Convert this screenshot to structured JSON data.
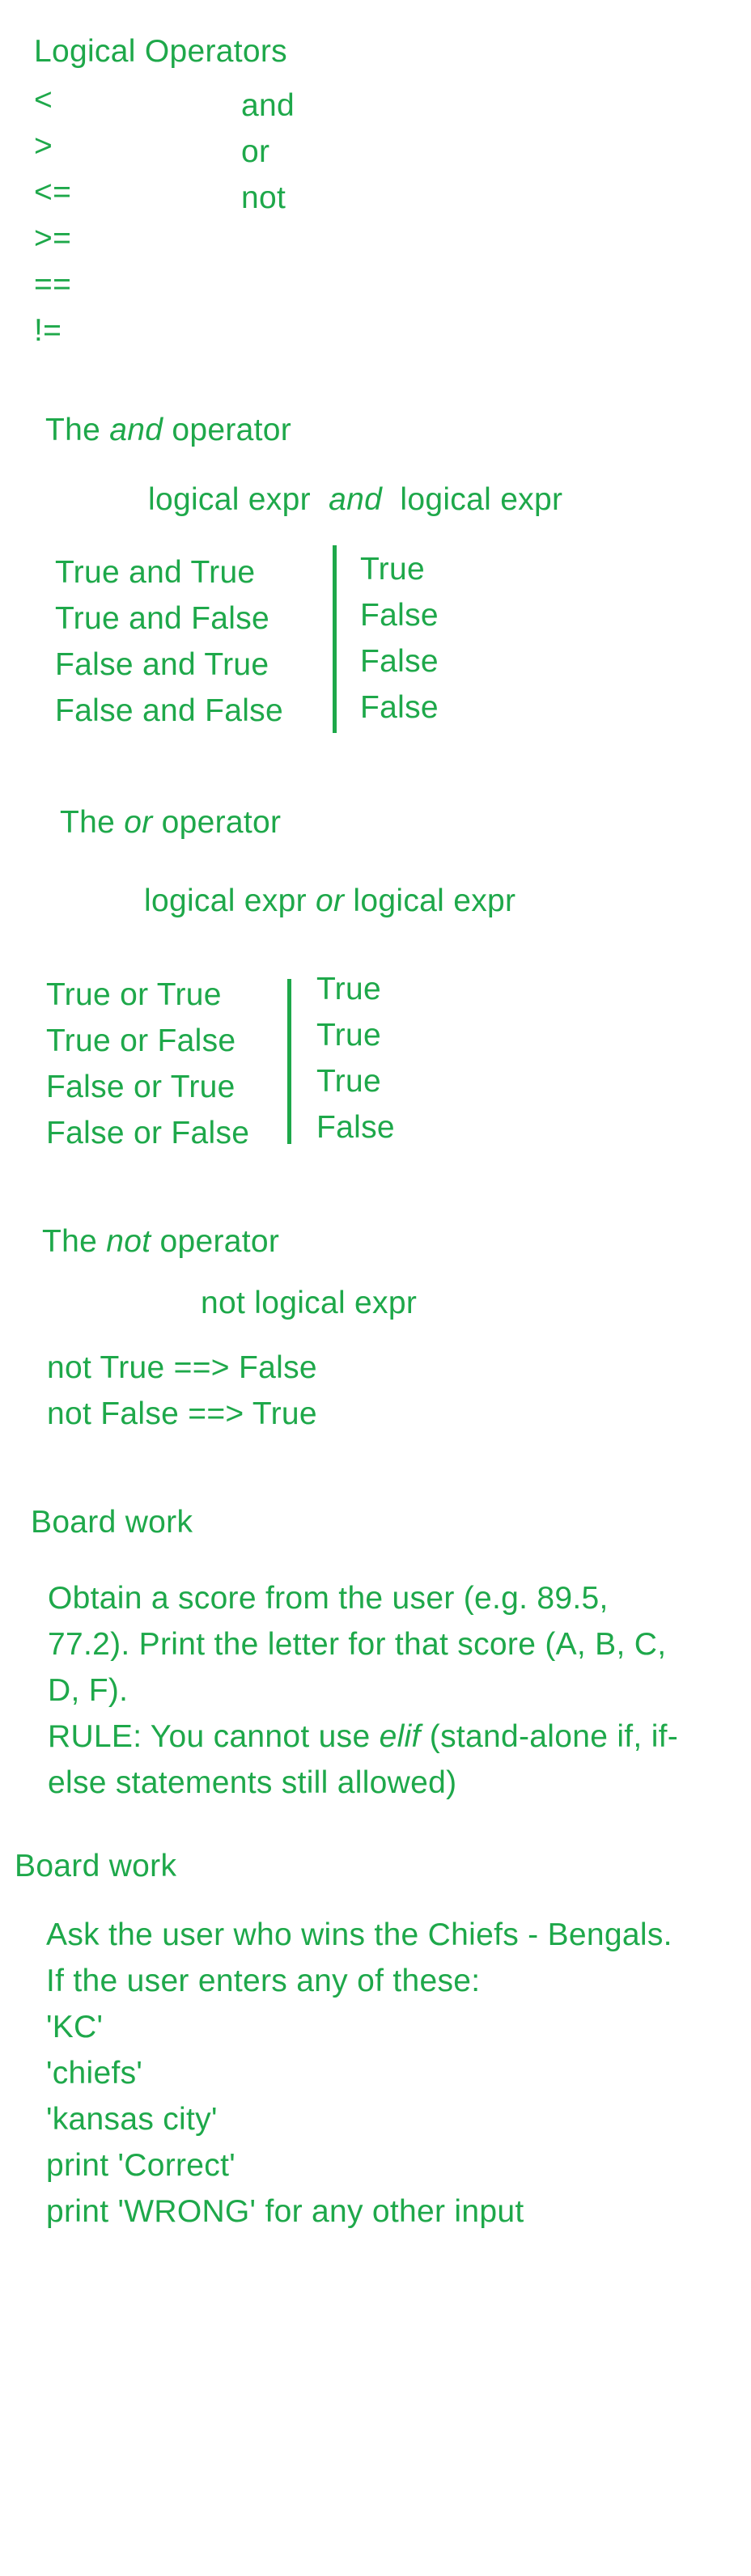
{
  "operators_section": {
    "title": "Logical Operators",
    "comparison": [
      "<",
      ">",
      "<=",
      ">=",
      "==",
      "!="
    ],
    "logical": [
      "and",
      "or",
      "not"
    ]
  },
  "and_section": {
    "heading_pre": "The ",
    "heading_em": "and",
    "heading_post": " operator",
    "expr_pre": "logical expr  ",
    "expr_em": "and",
    "expr_post": "  logical expr",
    "rows": [
      "True and True",
      "True and False",
      "False and True",
      "False and False"
    ],
    "results": [
      "True",
      "False",
      "False",
      "False"
    ]
  },
  "or_section": {
    "heading_pre": "The ",
    "heading_em": "or",
    "heading_post": " operator",
    "expr_pre": "logical expr ",
    "expr_em": "or",
    "expr_post": " logical expr",
    "rows": [
      "True or True",
      "True or False",
      "False or True",
      "False or False"
    ],
    "results": [
      "True",
      "True",
      "True",
      "False"
    ]
  },
  "not_section": {
    "heading_pre": "The ",
    "heading_em": "not",
    "heading_post": " operator",
    "expr": "not logical expr",
    "examples": [
      "not True ==> False",
      "not False ==> True"
    ]
  },
  "board_work_1": {
    "title": "Board work",
    "lines": [
      "Obtain a score from the user (e.g. 89.5,",
      "77.2). Print the letter for that score (A, B, C,",
      "D, F)."
    ],
    "rule_pre": "RULE: You cannot use ",
    "rule_em": "elif",
    "rule_post": " (stand-alone if, if-",
    "rule_line2": "else statements still allowed)"
  },
  "board_work_2": {
    "title": "Board work",
    "lines": [
      "Ask the user who wins the Chiefs - Bengals.",
      "If the user enters any of these:",
      "'KC'",
      "'chiefs'",
      "'kansas city'",
      "print 'Correct'",
      "print 'WRONG' for any other input"
    ]
  },
  "colors": {
    "ink": "#1ea84a",
    "background": "#ffffff"
  }
}
